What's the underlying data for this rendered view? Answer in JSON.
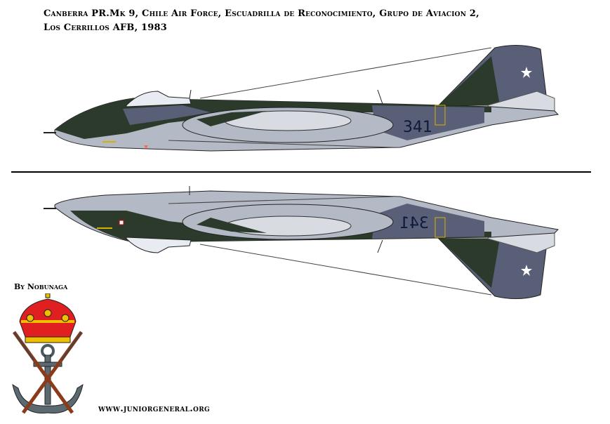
{
  "header": {
    "line1": "Canberra PR.Mk 9, Chile Air Force, Escuadrilla de Reconocimiento, Grupo de Aviacion 2,",
    "line2": "Los Cerrillos AFB, 1983"
  },
  "aircraft": {
    "serial_top": "341",
    "serial_bottom": "341"
  },
  "credits": {
    "author": "By Nobunaga",
    "website": "www.juniorgeneral.org"
  },
  "colors": {
    "dark_green": "#2b3a2b",
    "dark_sea_grey": "#5a5f78",
    "light_grey": "#b4b9c6",
    "marking_yellow": "#d4b000"
  }
}
